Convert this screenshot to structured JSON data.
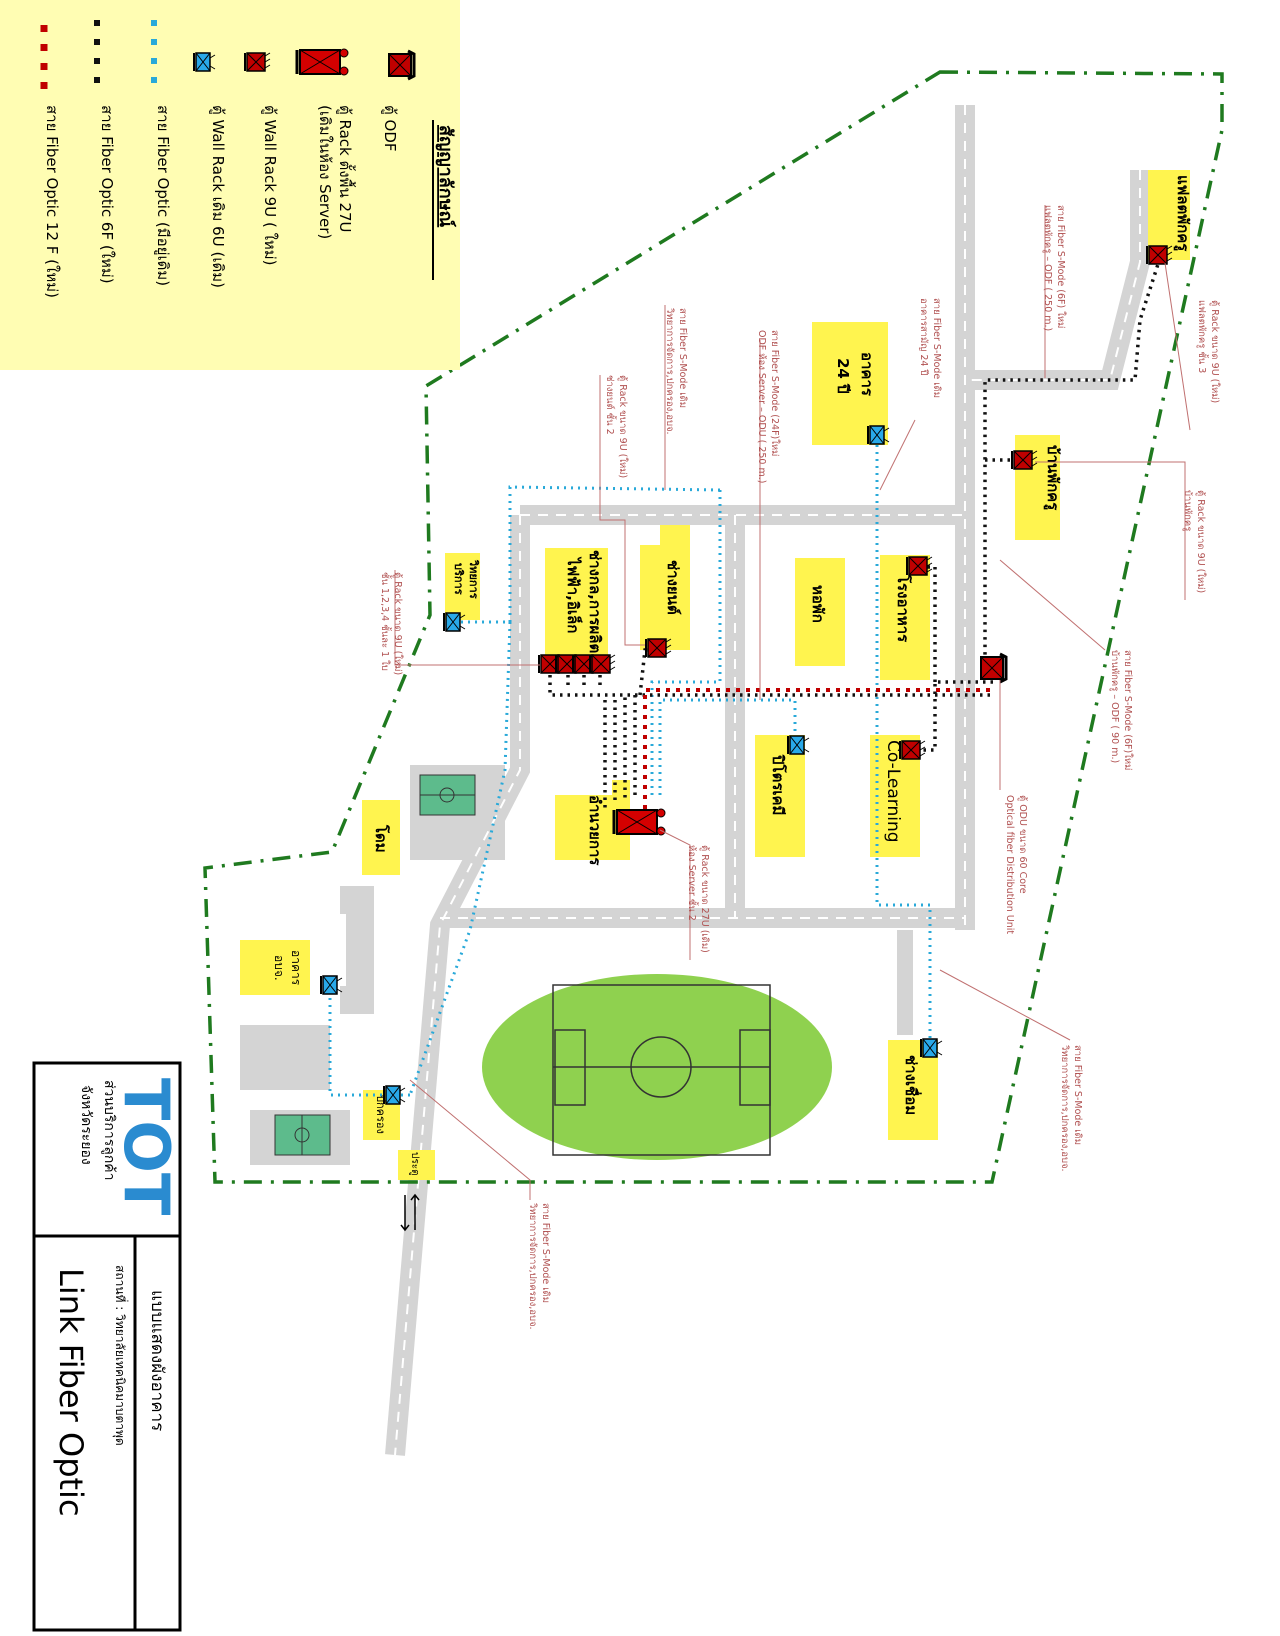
{
  "legend": {
    "title": "สัญญาลักษณ์",
    "items": [
      {
        "icon": "odf-icon",
        "label": "ตู้ ODF"
      },
      {
        "icon": "rack-27u-icon",
        "label": "ตู้ Rack ตั้งพื้น 27U",
        "label2": "(เดิมในห้อง Server)"
      },
      {
        "icon": "wall-rack-9u-icon",
        "label": "ตู้ Wall Rack 9U ( ใหม่)"
      },
      {
        "icon": "wall-rack-6u-icon",
        "label": "ตู้ Wall Rack เดิม  6U (เดิม)"
      },
      {
        "icon": "blue-dotted-line",
        "label": "สาย Fiber Optic (มีอยู่เดิม)"
      },
      {
        "icon": "black-dotted-line",
        "label": "สาย Fiber Optic 6F (ใหม่)"
      },
      {
        "icon": "red-dotted-line",
        "label": "สาย Fiber Optic 12 F (ใหม่)"
      }
    ]
  },
  "title_block": {
    "logo": "TOT",
    "org_line1": "ส่วนบริการลูกค้า",
    "org_line2": "จังหวัดระยอง",
    "heading": "แบบแสดงผังอาคาร",
    "site": "สถานที่ : วิทยาลัยเทคนิคมาบตาพุด",
    "title": "Link Fiber Optic"
  },
  "buildings": {
    "flat": "แฟลตพักครู",
    "house": "บ้านพักครู",
    "b24_1": "อาคาร",
    "b24_2": "24 ปี",
    "canteen": "โรงอาหาร",
    "dorm": "หอพัก",
    "auto": "ช่างยนต์",
    "mech1": "ช่างกล,การผลิต",
    "mech2": "ไฟฟ้า,อิเล็ก",
    "svc1": "วิทยการ",
    "svc2": "บริการ",
    "colearn": "Co-Learning",
    "petro": "ปิโตรเคมี",
    "admin": "อำนวยการ",
    "dome": "โดม",
    "pao1": "อาคาร",
    "pao2": "อบจ.",
    "weld": "ช่างเชื่อม",
    "gov": "ปกครอง",
    "gate": "ประตู"
  },
  "annotations": {
    "a1": [
      "ตู้ Rack ขนาด 9U (ใหม่)",
      "แฟลตพักครู ชั้น 3"
    ],
    "a2": [
      "สาย Fiber S-Mode (6F) ใหม่",
      "แฟลตพักครู – ODF ( 250 m.)"
    ],
    "a3": [
      "ตู้ Rack ขนาด 9U (ใหม่)",
      "บ้านพักครู"
    ],
    "a4": [
      "สาย Fiber S-Mode (6F)ใหม่",
      "บ้านพักครู – ODF ( 90 m.)"
    ],
    "a5": [
      "ตู้ ODU ขนาด 60 Core",
      "Optical fiber Distribution Unit"
    ],
    "a6": [
      "สาย Fiber S-Mode เดิม",
      "วิทยาการจัดการ,ปกครอง,อบจ."
    ],
    "a7": [
      "สาย Fiber S-Mode เดิม",
      "อาคารสามัญ 24 ปี"
    ],
    "a8": [
      "สาย Fiber S-Mode (24F)ใหม่",
      "ODF ห้อง Server – ODU ( 250 m.)"
    ],
    "a9": [
      "สาย Fiber S-Mode เดิม",
      "วิทยาการจัดการ,ปกครอง,อบจ."
    ],
    "a10": [
      "ตู้ Rack ขนาด 9U (ใหม่)",
      "ช่างยนต์ ชั้น 2"
    ],
    "a11": [
      "ตู้ Rack ขนาด 9U (ใหม่)",
      "ชั้น 1,2,3,4 ชั้นละ 1 ใบ"
    ],
    "a12": [
      "ตู้ Rack ขนาด 27U (เดิม)",
      "ห้อง Server ชั้น 2"
    ],
    "a13": [
      "สาย Fiber S-Mode เดิม",
      "วิทยาการจัดการ,ปกครอง,อบจ."
    ]
  },
  "colors": {
    "legend_bg": "#fffdb3",
    "building": "#fff44f",
    "boundary": "#1f7a1f",
    "existing_fiber": "#29a9d9",
    "new_6f": "#111111",
    "new_12f": "#c00000",
    "field": "#8fd14f",
    "tot_blue": "#2a8bd0"
  }
}
